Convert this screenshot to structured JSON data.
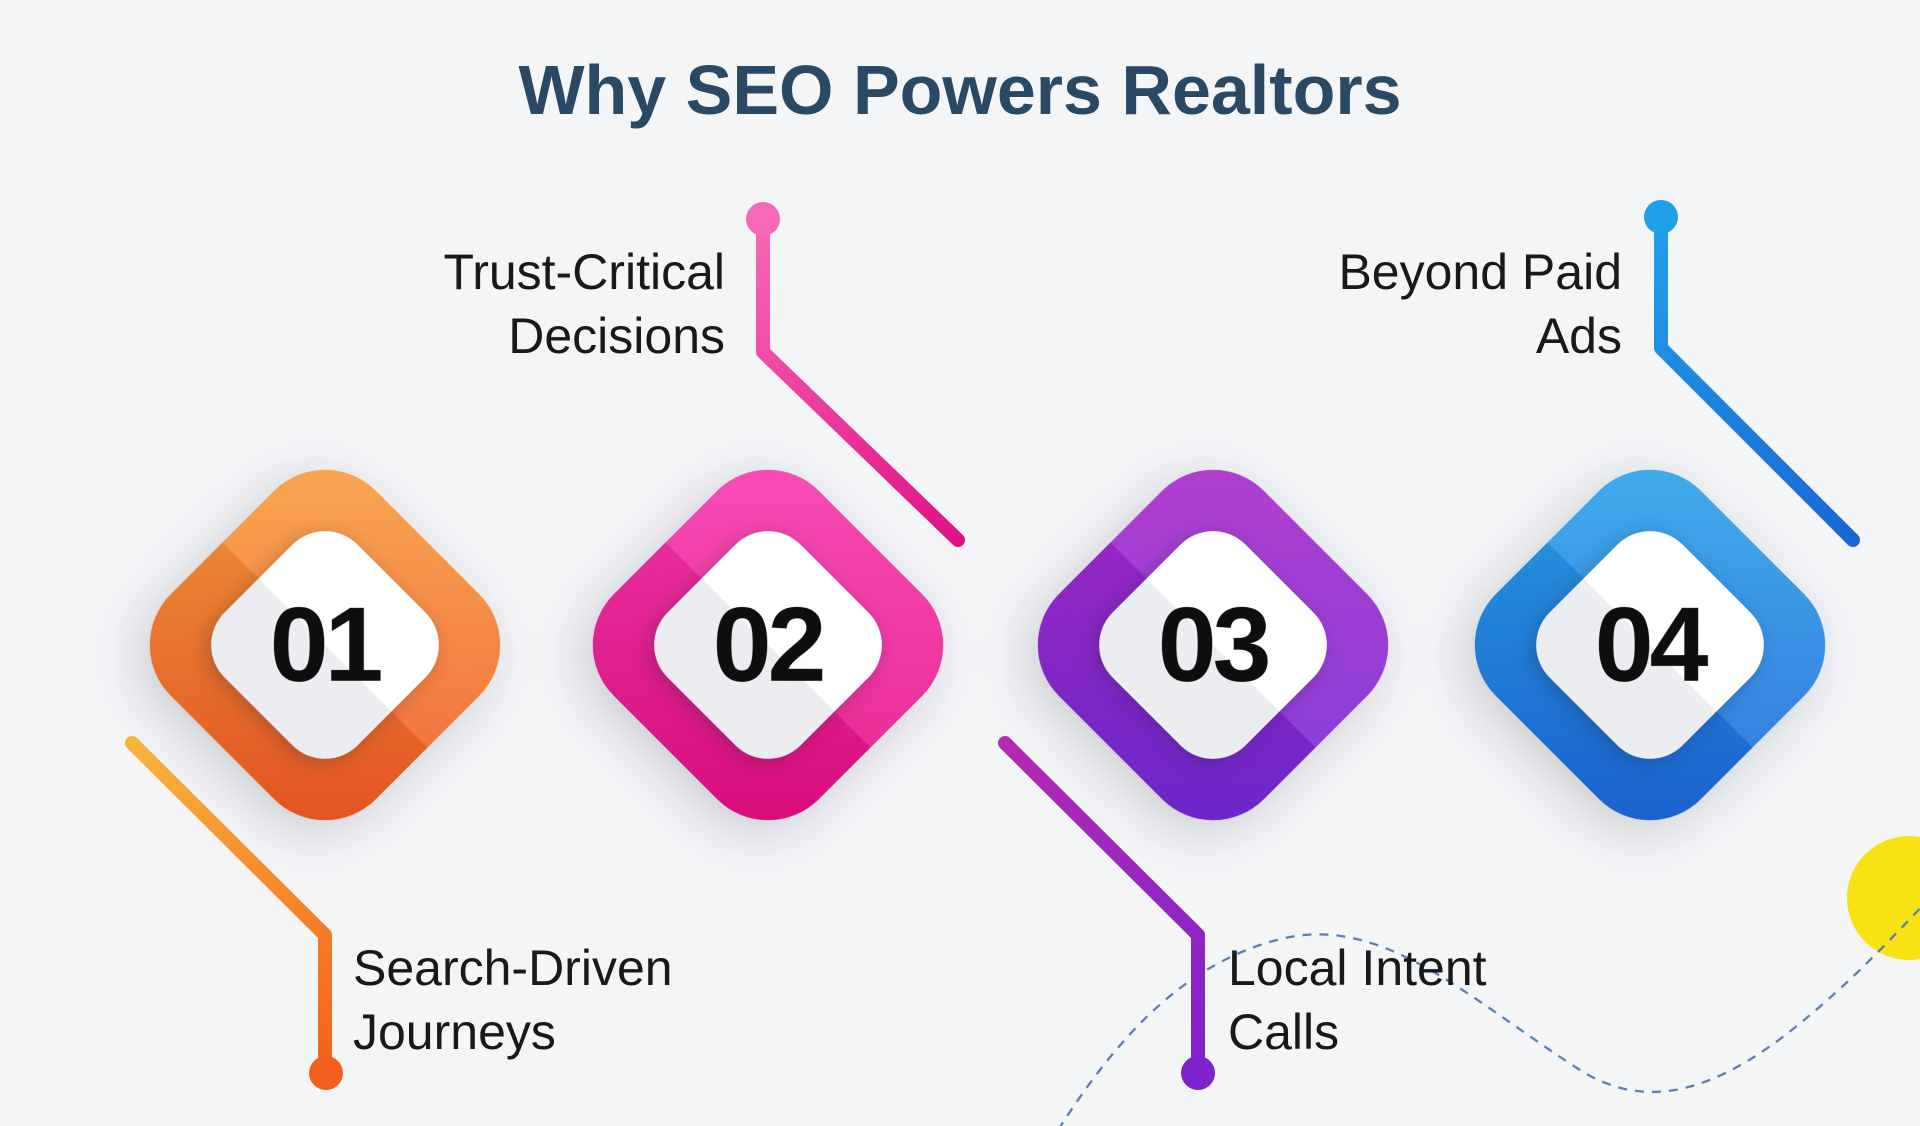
{
  "title": "Why SEO Powers Realtors",
  "title_color": "#2A4965",
  "background_color": "#F3F5F7",
  "decor": {
    "dashed_curve_color": "#5E7FB0",
    "yellow_circle_color": "#F9E214"
  },
  "steps": [
    {
      "number": "01",
      "label_line1": "Search-Driven",
      "label_line2": "Journeys",
      "label_position": "bottom-left",
      "diamond_color_top": "#F8A13F",
      "diamond_color_bottom": "#EF5321",
      "connector_color_start": "#F9B63A",
      "connector_color_end": "#F3601E"
    },
    {
      "number": "02",
      "label_line1": "Trust-Critical",
      "label_line2": "Decisions",
      "label_position": "top-left",
      "diamond_color_top": "#F73BB2",
      "diamond_color_bottom": "#E30A7F",
      "connector_color_start": "#F868B4",
      "connector_color_end": "#E01187"
    },
    {
      "number": "03",
      "label_line1": "Local Intent",
      "label_line2": "Calls",
      "label_position": "bottom-left",
      "diamond_color_top": "#AC29C9",
      "diamond_color_bottom": "#6E28D6",
      "connector_color_start": "#B42BB0",
      "connector_color_end": "#7E22CE"
    },
    {
      "number": "04",
      "label_line1": "Beyond Paid",
      "label_line2": "Ads",
      "label_position": "top-left",
      "diamond_color_top": "#2AA7EA",
      "diamond_color_bottom": "#1B62D8",
      "connector_color_start": "#21A0EA",
      "connector_color_end": "#1A66D6"
    }
  ]
}
